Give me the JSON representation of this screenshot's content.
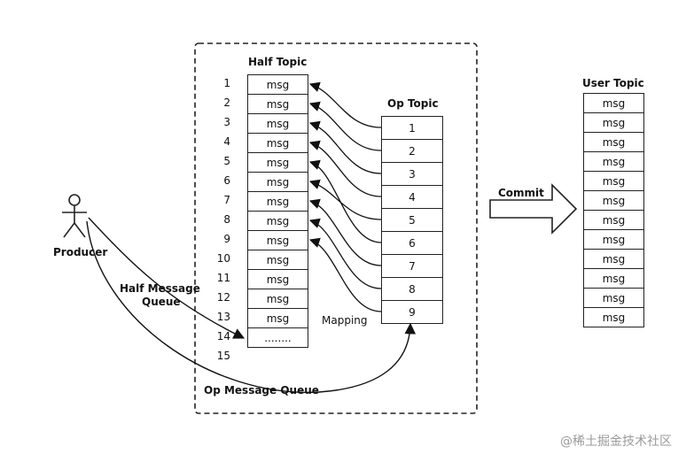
{
  "half_topic": {
    "title": "Half Topic",
    "cells": [
      "msg",
      "msg",
      "msg",
      "msg",
      "msg",
      "msg",
      "msg",
      "msg",
      "msg",
      "msg",
      "msg",
      "msg",
      "msg",
      "........"
    ],
    "indices": [
      "1",
      "2",
      "3",
      "4",
      "5",
      "6",
      "7",
      "8",
      "9",
      "10",
      "11",
      "12",
      "13",
      "14",
      "15"
    ]
  },
  "op_topic": {
    "title": "Op Topic",
    "cells": [
      "1",
      "2",
      "3",
      "4",
      "5",
      "6",
      "7",
      "8",
      "9"
    ]
  },
  "user_topic": {
    "title": "User Topic",
    "cells": [
      "msg",
      "msg",
      "msg",
      "msg",
      "msg",
      "msg",
      "msg",
      "msg",
      "msg",
      "msg",
      "msg",
      "msg"
    ]
  },
  "producer": {
    "label": "Producer"
  },
  "labels": {
    "commit": "Commit",
    "mapping": "Mapping",
    "half_queue_line1": "Half Message",
    "half_queue_line2": "Queue",
    "op_queue": "Op Message Queue"
  },
  "mapping_links": [
    {
      "op": 1,
      "half": 1
    },
    {
      "op": 2,
      "half": 2
    },
    {
      "op": 3,
      "half": 3
    },
    {
      "op": 4,
      "half": 4
    },
    {
      "op": 5,
      "half": 6
    },
    {
      "op": 6,
      "half": 5
    },
    {
      "op": 7,
      "half": 7
    },
    {
      "op": 8,
      "half": 8
    },
    {
      "op": 9,
      "half": 9
    }
  ],
  "watermark": "@稀土掘金技术社区"
}
